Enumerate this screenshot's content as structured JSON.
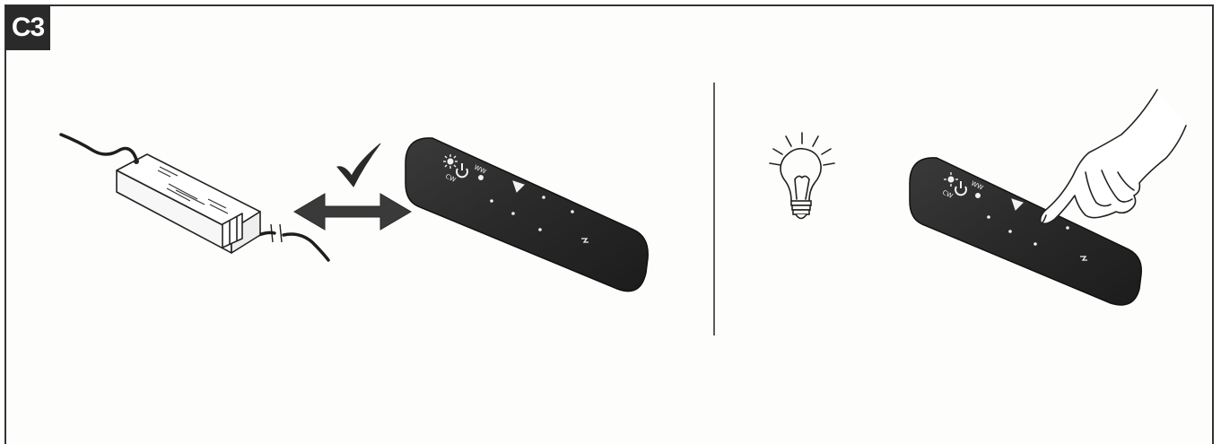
{
  "step": {
    "label": "C3"
  },
  "panels": [
    {
      "id": "pair",
      "icons": [
        "driver-box-icon",
        "bidirectional-arrow-icon",
        "checkmark-icon",
        "touch-remote-icon"
      ]
    },
    {
      "id": "test",
      "icons": [
        "light-bulb-icon",
        "touch-remote-icon",
        "pointing-hand-icon"
      ]
    }
  ],
  "remote": {
    "button_glyphs": [
      "sun",
      "power",
      "triangle",
      "dot"
    ],
    "color": "#2b2b2b"
  },
  "colors": {
    "frame": "#333333",
    "badge_bg": "#2a2a2a",
    "ink": "#1e1e1e"
  }
}
